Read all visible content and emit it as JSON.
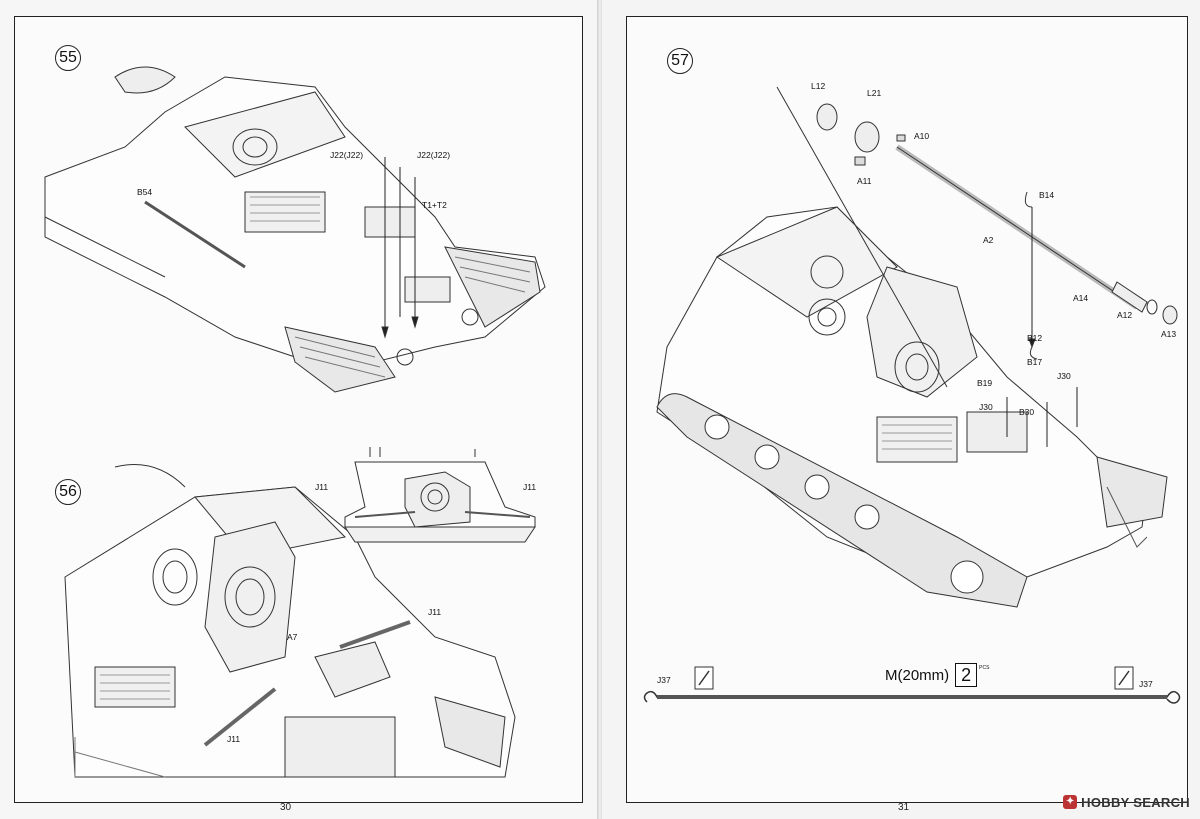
{
  "left_page": {
    "page_number": "30",
    "step55": {
      "number": "55",
      "labels": {
        "j22a": "J22(J22)",
        "j22b": "J22(J22)",
        "t1t2": "T1+T2",
        "b54": "B54"
      }
    },
    "step56": {
      "number": "56",
      "labels": {
        "j11_inset_left": "J11",
        "j11_inset_right": "J11",
        "j11_main_top": "J11",
        "a7": "A7",
        "j11_main_bottom": "J11"
      }
    }
  },
  "right_page": {
    "page_number": "31",
    "step57": {
      "number": "57",
      "labels": {
        "l12": "L12",
        "l21": "L21",
        "a10": "A10",
        "a11": "A11",
        "b14": "B14",
        "a2": "A2",
        "a14": "A14",
        "a12": "A12",
        "a13": "A13",
        "b12": "B12",
        "b17": "B17",
        "b19": "B19",
        "j30a": "J30",
        "j30b": "J30",
        "b30": "B30"
      }
    },
    "wire": {
      "label": "M(20mm)",
      "quantity": "2",
      "unit": "PCS",
      "left_end": "J37",
      "right_end": "J37"
    }
  },
  "watermark": {
    "text": "HOBBY SEARCH",
    "logo_icon": "hobby-search-logo-icon"
  }
}
